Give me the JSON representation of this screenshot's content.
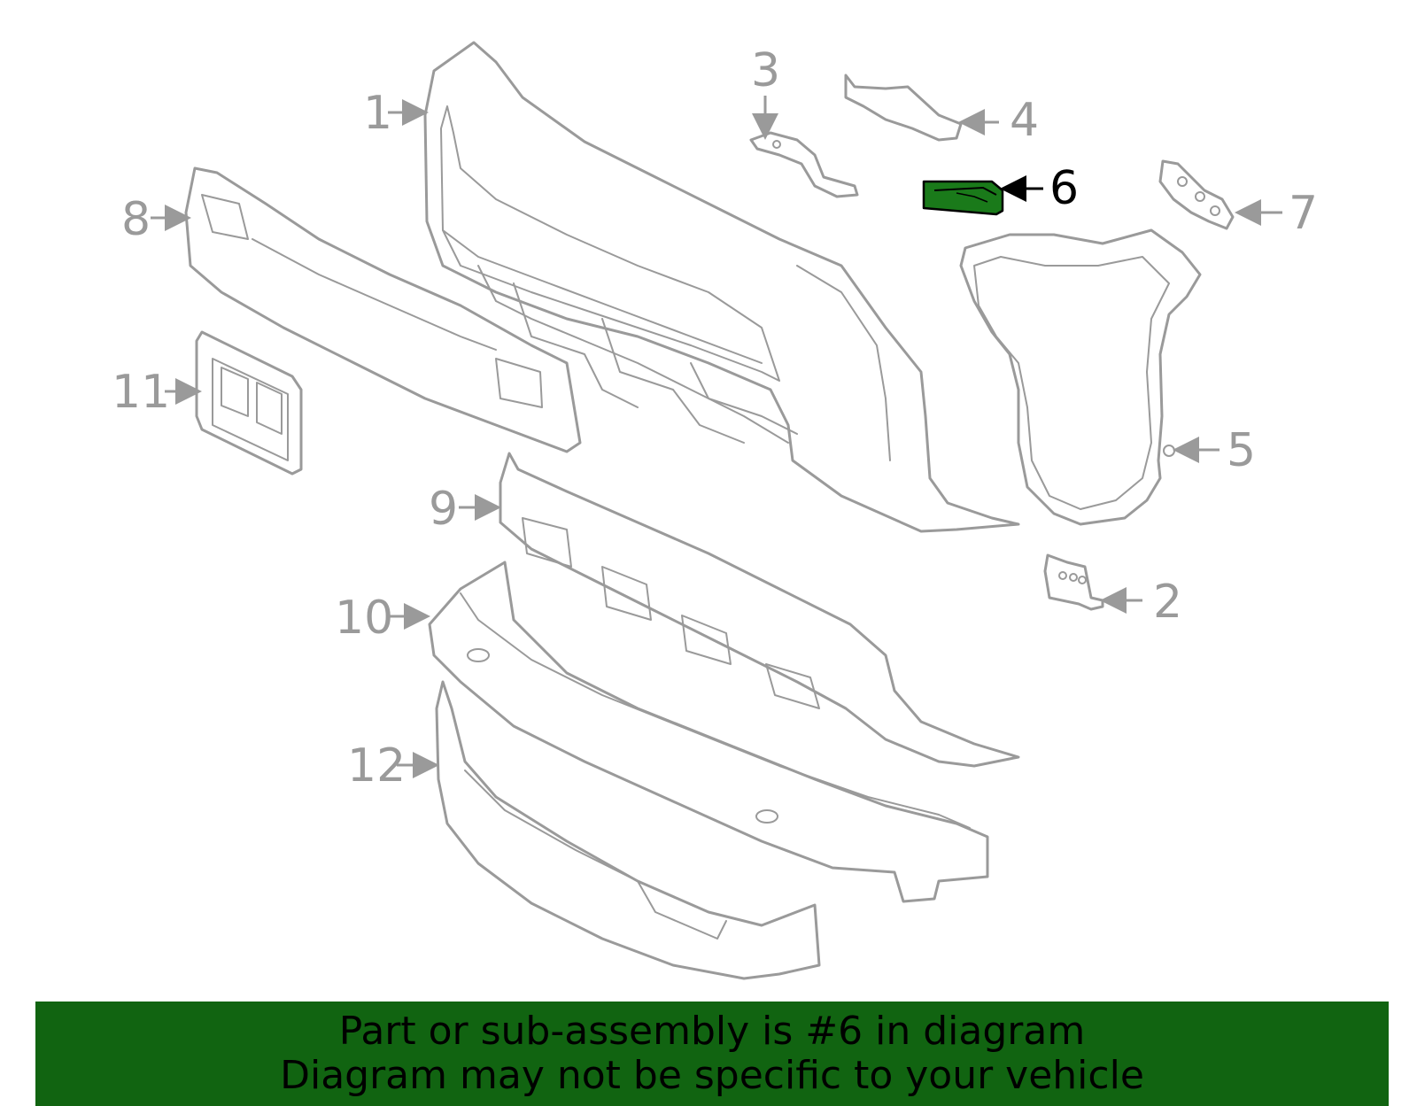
{
  "diagram": {
    "callouts": [
      "1",
      "2",
      "3",
      "4",
      "5",
      "6",
      "7",
      "8",
      "9",
      "10",
      "11",
      "12"
    ],
    "highlight_callout": "6",
    "colors": {
      "outline": "#9a9a9a",
      "highlight_fill": "#1a7a1a",
      "banner": "#116411",
      "text": "#000000"
    }
  },
  "banner": {
    "line1": "Part or sub-assembly is #6 in diagram",
    "line2": "Diagram may not be specific to your vehicle"
  }
}
